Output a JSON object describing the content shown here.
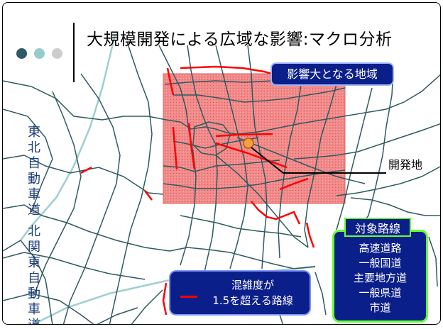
{
  "title": "大規模開発による広域な影響:マクロ分析",
  "labels": {
    "impact_area": "影響大となる地域",
    "development_site": "開発地",
    "tohoku_expressway": "東北自動車道",
    "kitakanto_expressway": "北関東自動車道"
  },
  "legend": {
    "congestion_line": "混雑度が\n1.5を超える路線"
  },
  "target_routes": {
    "title": "対象路線",
    "items": [
      "高速道路",
      "一般国道",
      "主要地方道",
      "一般県道",
      "市道"
    ]
  },
  "colors": {
    "road": "#2e5a60",
    "expressway": "#9ecfd0",
    "congested": "#ff0000",
    "impact_area": "#f08080",
    "development_site": "#f4a040",
    "callout_bg": "#0b1f8a",
    "target_border": "#66ff33"
  }
}
